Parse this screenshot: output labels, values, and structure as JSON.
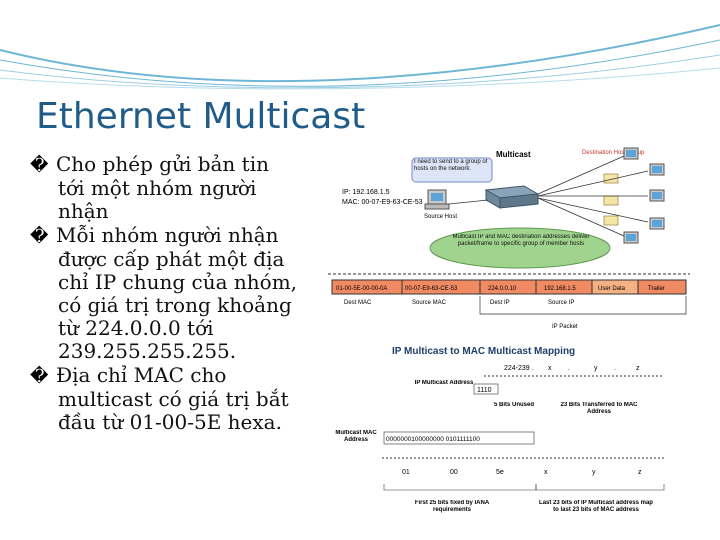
{
  "slide": {
    "title": "Ethernet Multicast",
    "bullets": [
      {
        "marker": "�",
        "text": "Cho phép gửi bản tin tới một nhóm người nhận"
      },
      {
        "marker": "�",
        "text": "Mỗi nhóm người nhận được cấp phát một địa chỉ IP chung của nhóm, có giá trị trong khoảng từ 224.0.0.0 tới 239.255.255.255."
      },
      {
        "marker": "�",
        "text": "Địa chỉ MAC cho multicast có giá trị bắt đầu từ 01-00-5E hexa."
      }
    ]
  },
  "figure_top": {
    "multicast_label": "Multicast",
    "callout": "I need to send to a group of hosts on the network.",
    "destination_label": "Destination Host Group",
    "ip_label": "IP: 192.168.1.5",
    "mac_label": "MAC: 00-07-E9-63-CE-53",
    "source_host": "Source Host",
    "ellipse_text": "Multicast IP and MAC destination addresses deliver packet/frame to specific group of member hosts",
    "frame_fields": [
      "01-00-5E-00-00-0A",
      "00-07-E9-63-CE-53",
      "224.0.0.10",
      "192.168.1.5",
      "User Data",
      "Trailer"
    ],
    "field_labels": {
      "dest_mac": "Dest MAC",
      "source_mac": "Source MAC",
      "dest_ip": "Dest IP",
      "source_ip": "Source IP",
      "ip_packet": "IP Packet"
    }
  },
  "figure_bottom": {
    "mapping_title": "IP Multicast to MAC Multicast Mapping",
    "top_values": [
      "224-239",
      ".",
      "x",
      ".",
      "y",
      ".",
      "z"
    ],
    "ip_multicast_label": "IP Multicast Address",
    "ip_bits": "1110",
    "unused_label": "5 Bits Unused",
    "transferred_label": "23 Bits Transferred to MAC Address",
    "multicast_mac_label": "Multicast MAC Address",
    "mac_bits": "0000000100000000 0101111100",
    "bottom_values": [
      "01",
      "00",
      "5e",
      "x",
      "y",
      "z"
    ],
    "first_25_label": "First 25 bits fixed by IANA requirements",
    "last_23_label": "Last 23 bits of IP Multicast address map to last 23 bits of MAC address"
  },
  "colors": {
    "title": "#1F5C8A",
    "wave": "#6FB6D6",
    "frame": "#F08A62",
    "ellipse": "#9FD38E",
    "callout": "#6F8BC4"
  }
}
